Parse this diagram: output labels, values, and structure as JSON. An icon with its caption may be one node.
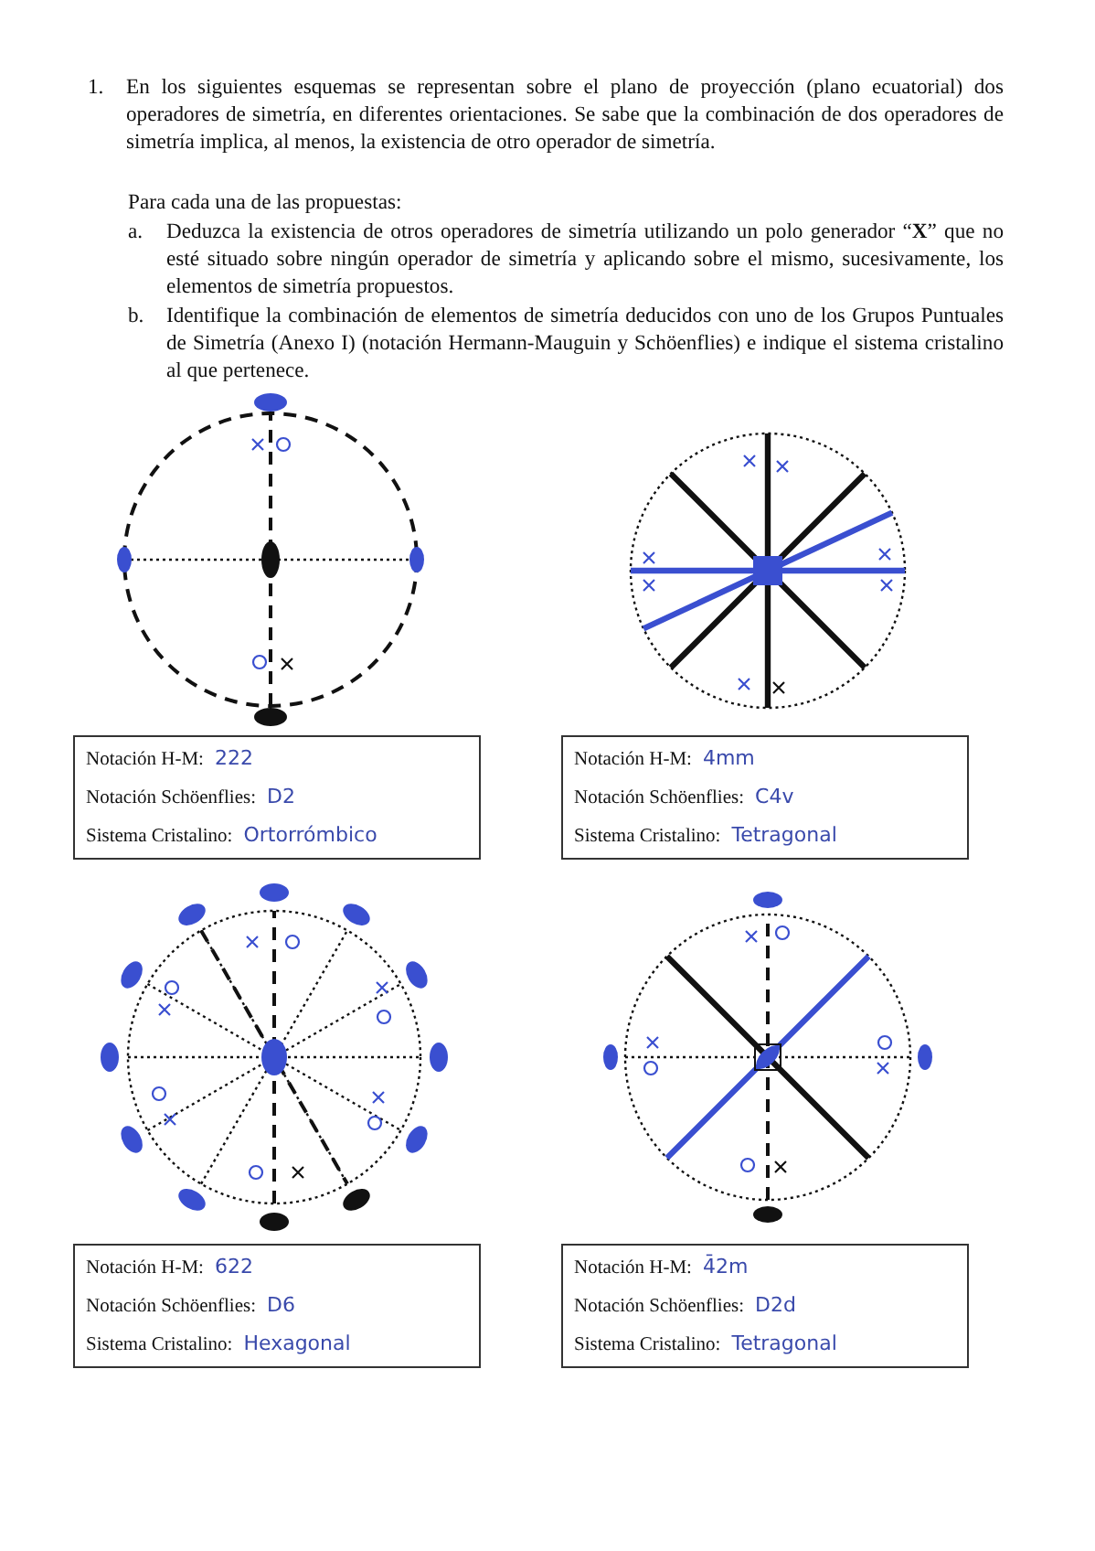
{
  "diagram": {
    "nodes": [
      {
        "text": [
          "Notación H-M:",
          "222",
          "Notación Schöenflies:",
          "D2",
          "Sistema Cristalino:",
          "Ortorrómbico"
        ]
      },
      {
        "text": [
          "Notación H-M:",
          "4mm",
          "Notación Schöenflies:",
          "C4v",
          "Sistema Cristalino:",
          "Tetragonal"
        ]
      },
      {
        "text": [
          "Notación H-M:",
          "622",
          "Notación Schöenflies:",
          "D6",
          "Sistema Cristalino:",
          "Hexagonal"
        ]
      },
      {
        "text": [
          "Notación H-M:",
          "4̄2m",
          "Notación Schöenflies:",
          "D2d",
          "Sistema Cristalino:",
          "Tetragonal"
        ]
      }
    ],
    "labels": [
      "1.",
      "En los siguientes esquemas se representan sobre el plano de proyección (plano ecuatorial) dos operadores de simetría, en diferentes orientaciones. Se sabe que la combinación de dos operadores de simetría implica, al menos, la existencia de otro operador de simetría.",
      "Para cada una de las propuestas:",
      "a.",
      "Deduzca la existencia de otros operadores de simetría utilizando un polo generador “**X**” que no esté situado sobre ningún operador de simetría y aplicando sobre el mismo, sucesivamente, los elementos de simetría propuestos.",
      "b.",
      "Identifique la combinación de elementos de simetría deducidos con uno de los Grupos Puntuales de Simetría (Anexo I) (notación Hermann-Mauguin y Schöenflies) e indique el sistema cristalino al que pertenece."
    ]
  }
}
